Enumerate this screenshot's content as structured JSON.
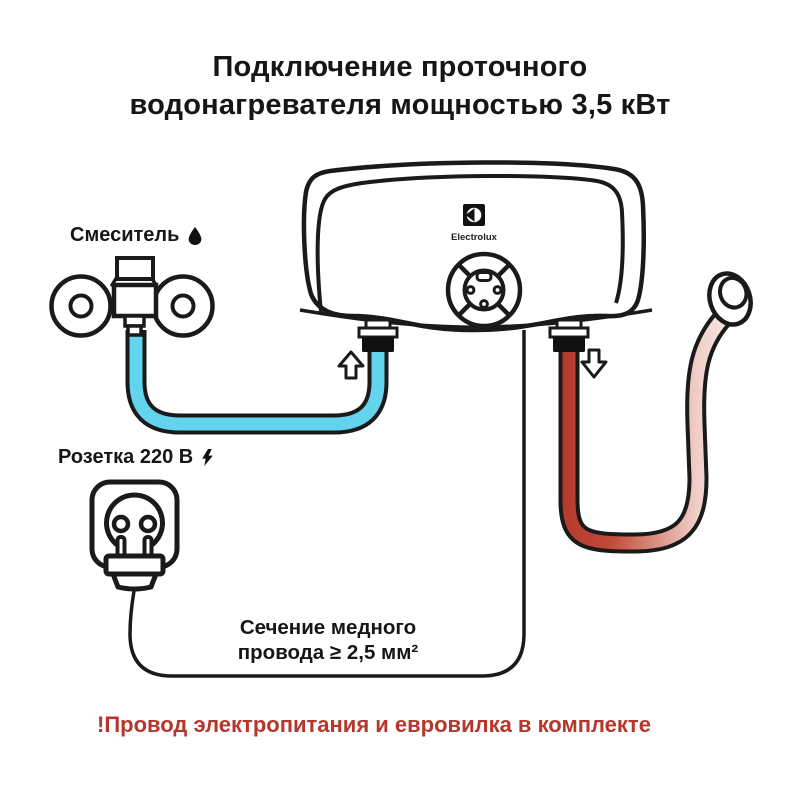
{
  "title": {
    "line1": "Подключение проточного",
    "line2": "водонагревателя мощностью 3,5 кВт"
  },
  "labels": {
    "mixer": "Смеситель",
    "socket": "Розетка 220 В",
    "wire_note_line1": "Сечение медного",
    "wire_note_line2": "провода ≥ 2,5 мм²",
    "bottom_note": "!Провод электропитания и евровилка в комплекте"
  },
  "device": {
    "brand": "Electrolux",
    "power": "3,5 кВт",
    "voltage": "220 В"
  },
  "colors": {
    "outline": "#1a1a1a",
    "text": "#161616",
    "warning_text": "#b5372b",
    "cold_hose": "#63d3ee",
    "hot_hose_stops": [
      "#b5392b",
      "#c14a38",
      "#d98b7e",
      "#f0cdc6",
      "#f8e8e5"
    ]
  }
}
